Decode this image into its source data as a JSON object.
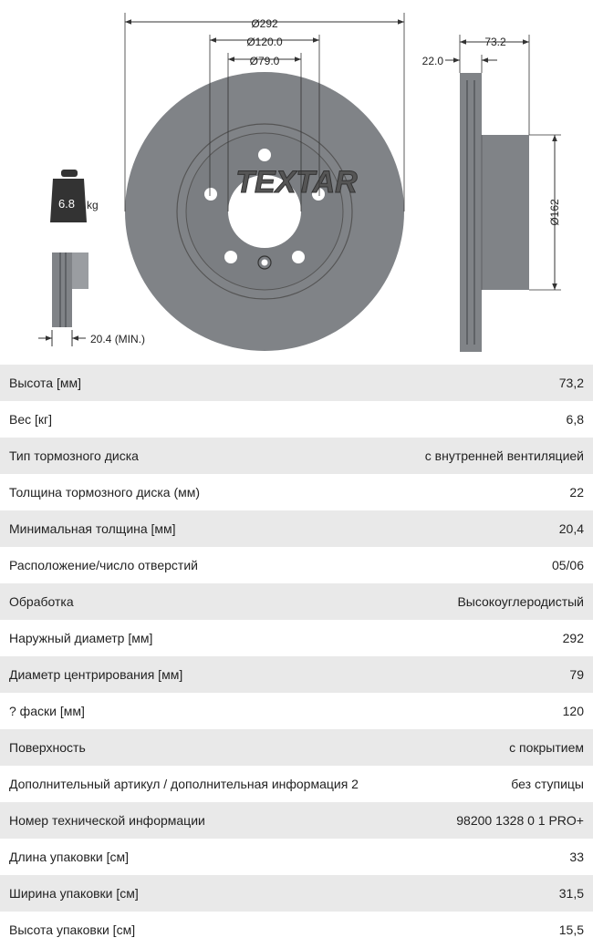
{
  "drawing": {
    "brand": "TEXTAR",
    "dim_outer": "Ø292",
    "dim_pcd": "Ø120.0",
    "dim_center": "Ø79.0",
    "dim_thickness": "22.0",
    "dim_height": "73.2",
    "dim_hat": "Ø162",
    "dim_min": "20.4 (MIN.)",
    "weight_value": "6.8",
    "weight_unit": "kg",
    "colors": {
      "disc": "#808387",
      "disc_dark": "#6f7276",
      "line": "#333333"
    }
  },
  "specs": [
    {
      "label": "Высота [мм]",
      "value": "73,2"
    },
    {
      "label": "Вес [кг]",
      "value": "6,8"
    },
    {
      "label": "Тип тормозного диска",
      "value": "с внутренней вентиляцией"
    },
    {
      "label": "Толщина тормозного диска (мм)",
      "value": "22"
    },
    {
      "label": "Минимальная толщина [мм]",
      "value": "20,4"
    },
    {
      "label": "Расположение/число отверстий",
      "value": "05/06"
    },
    {
      "label": "Обработка",
      "value": "Высокоуглеродистый"
    },
    {
      "label": "Наружный диаметр [мм]",
      "value": "292"
    },
    {
      "label": "Диаметр центрирования [мм]",
      "value": "79"
    },
    {
      "label": "? фаски [мм]",
      "value": "120"
    },
    {
      "label": "Поверхность",
      "value": "с покрытием"
    },
    {
      "label": "Дополнительный артикул / дополнительная информация 2",
      "value": "без ступицы"
    },
    {
      "label": "Номер технической информации",
      "value": "98200 1328 0 1 PRO+"
    },
    {
      "label": "Длина упаковки [см]",
      "value": "33"
    },
    {
      "label": "Ширина упаковки [см]",
      "value": "31,5"
    },
    {
      "label": "Высота упаковки [см]",
      "value": "15,5"
    }
  ]
}
